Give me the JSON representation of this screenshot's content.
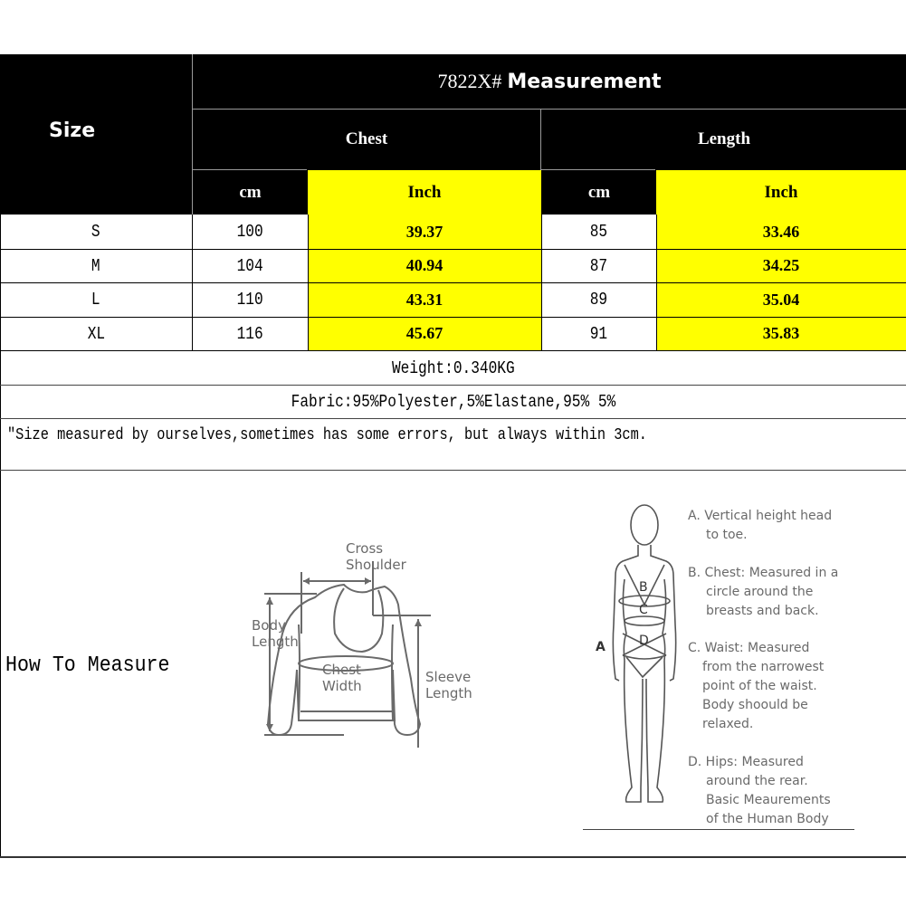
{
  "table": {
    "title_code": "7822X#",
    "title_word": "Measurement",
    "size_label": "Size",
    "groups": [
      {
        "label": "Chest",
        "units": [
          "cm",
          "Inch"
        ]
      },
      {
        "label": "Length",
        "units": [
          "cm",
          "Inch"
        ]
      }
    ],
    "rows": [
      {
        "size": "S",
        "chest_cm": "100",
        "chest_in": "39.37",
        "length_cm": "85",
        "length_in": "33.46"
      },
      {
        "size": "M",
        "chest_cm": "104",
        "chest_in": "40.94",
        "length_cm": "87",
        "length_in": "34.25"
      },
      {
        "size": "L",
        "chest_cm": "110",
        "chest_in": "43.31",
        "length_cm": "89",
        "length_in": "35.04"
      },
      {
        "size": "XL",
        "chest_cm": "116",
        "chest_in": "45.67",
        "length_cm": "91",
        "length_in": "35.83"
      }
    ],
    "weight": "Weight:0.340KG",
    "fabric": "Fabric:95%Polyester,5%Elastane,95% 5%",
    "note": "\"Size measured by ourselves,sometimes has some errors, but always within 3cm."
  },
  "how_to_measure": {
    "label": "How To Measure",
    "garment_labels": {
      "cross_shoulder": [
        "Cross",
        "Shoulder"
      ],
      "body_length": [
        "Body",
        "Length"
      ],
      "chest_width": [
        "Chest",
        "Width"
      ],
      "sleeve_length": [
        "Sleeve",
        "Length"
      ]
    },
    "body_markers": [
      "A",
      "B",
      "C",
      "D"
    ],
    "body_notes": [
      [
        "A. Vertical height head",
        "to toe."
      ],
      [
        "B. Chest: Measured in a",
        "circle around the",
        "breasts and back."
      ],
      [
        "C. Waist: Measured",
        "from the narrowest",
        "point of the waist.",
        "Body shoould be",
        "relaxed."
      ],
      [
        "D. Hips: Measured",
        "around the rear.",
        "Basic Meaurements",
        "of the Human Body"
      ]
    ]
  },
  "colors": {
    "header_bg": "#000000",
    "inch_bg": "#ffff00",
    "diagram_gray": "#6a6a6a"
  }
}
